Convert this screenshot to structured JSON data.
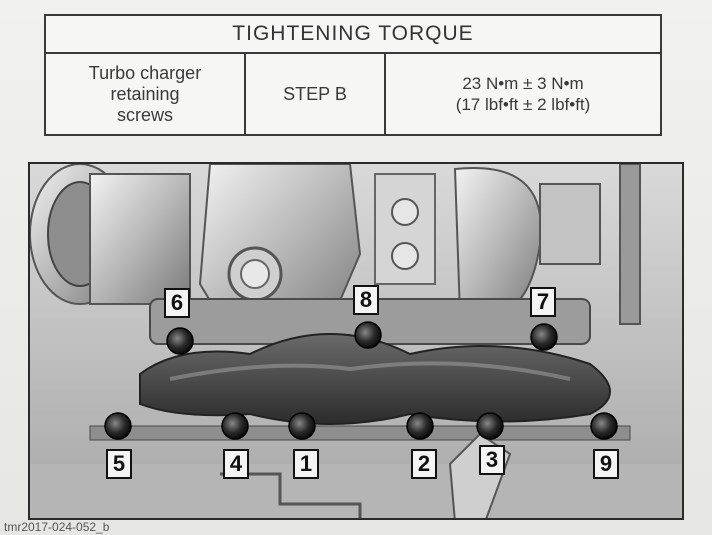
{
  "torque_table": {
    "title": "TIGHTENING TORQUE",
    "part": "Turbo charger\nretaining\nscrews",
    "step": "STEP B",
    "torque_metric": "23 N•m ± 3 N•m",
    "torque_imperial": "(17 lbf•ft ± 2 lbf•ft)"
  },
  "callouts": {
    "c1": "1",
    "c2": "2",
    "c3": "3",
    "c4": "4",
    "c5": "5",
    "c6": "6",
    "c7": "7",
    "c8": "8",
    "c9": "9"
  },
  "reference_code": "tmr2017-024-052_b"
}
